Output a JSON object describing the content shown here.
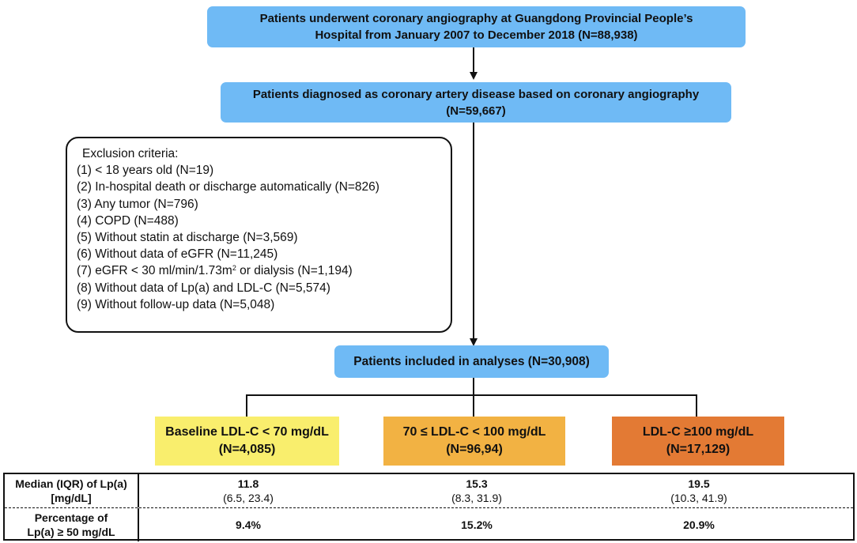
{
  "boxes": {
    "top": {
      "line1": "Patients underwent coronary angiography at Guangdong Provincial People’s",
      "line2": "Hospital from January 2007 to December 2018 (N=88,938)"
    },
    "cad": {
      "line1": "Patients diagnosed as coronary artery disease based on coronary angiography",
      "line2": "(N=59,667)"
    },
    "included": {
      "line1": "Patients included in analyses (N=30,908)"
    }
  },
  "exclusion": {
    "title": "Exclusion criteria:",
    "items": [
      "(1) < 18 years old (N=19)",
      "(2) In-hospital death or discharge automatically (N=826)",
      "(3) Any tumor (N=796)",
      "(4) COPD (N=488)",
      "(5) Without statin at discharge (N=3,569)",
      "(6) Without data of eGFR (N=11,245)",
      "",
      "(8) Without data of Lp(a) and LDL-C (N=5,574)",
      "(9) Without follow-up data (N=5,048)"
    ],
    "item7": {
      "before": "(7) eGFR < 30 ml/min/1.73m",
      "sup": "2",
      "after": " or dialysis (N=1,194)"
    }
  },
  "groups": [
    {
      "label": "Baseline LDL-C < 70 mg/dL",
      "n": "(N=4,085)",
      "color": "#f9ee6d"
    },
    {
      "label": "70 ≤ LDL-C < 100 mg/dL",
      "n": "(N=96,94)",
      "color": "#f2b243"
    },
    {
      "label": "LDL-C  ≥100 mg/dL",
      "n": "(N=17,129)",
      "color": "#e37a34"
    }
  ],
  "table": {
    "row1": {
      "label_line1": "Median (IQR) of Lp(a)",
      "label_line2": "[mg/dL]",
      "values": [
        {
          "median": "11.8",
          "iqr": "(6.5, 23.4)"
        },
        {
          "median": "15.3",
          "iqr": "(8.3, 31.9)"
        },
        {
          "median": "19.5",
          "iqr": "(10.3, 41.9)"
        }
      ]
    },
    "row2": {
      "label_line1": "Percentage of",
      "label_line2": "Lp(a) ≥ 50 mg/dL",
      "values": [
        "9.4%",
        "15.2%",
        "20.9%"
      ]
    }
  }
}
